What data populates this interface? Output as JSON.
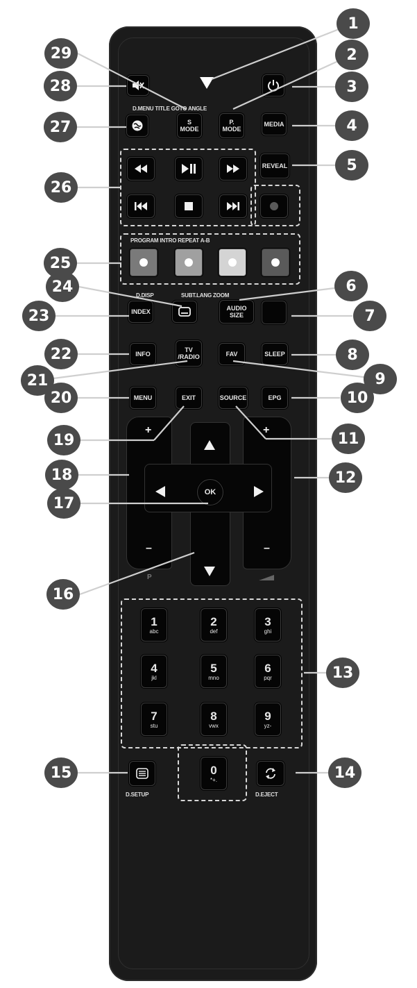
{
  "remote": {
    "top_labels": {
      "row2": "D.MENU  TITLE  GOTO  ANGLE",
      "color_row": "PROGRAM  INTRO  REPEAT  A-B",
      "row_index": "D.DISP",
      "row_audio": "SUBT.LANG  ZOOM"
    },
    "buttons": {
      "s_mode": {
        "line1": "S",
        "line2": "MODE"
      },
      "p_mode": {
        "line1": "P.",
        "line2": "MODE"
      },
      "media": "MEDIA",
      "reveal": "REVEAL",
      "index": "INDEX",
      "audio_size": "AUDIO SIZE",
      "info": "INFO",
      "tv_radio": {
        "line1": "TV",
        "line2": "/RADIO"
      },
      "fav": "FAV",
      "sleep": "SLEEP",
      "menu": "MENU",
      "exit": "EXIT",
      "source": "SOURCE",
      "epg": "EPG",
      "ok": "OK",
      "prog_plus": "+",
      "prog_minus": "–",
      "prog_label": "P",
      "vol_plus": "+",
      "vol_minus": "–",
      "d_setup": "D.SETUP",
      "d_eject": "D.EJECT"
    },
    "numpad": [
      {
        "num": "1",
        "sub": "abc"
      },
      {
        "num": "2",
        "sub": "def"
      },
      {
        "num": "3",
        "sub": "ghi"
      },
      {
        "num": "4",
        "sub": "jkl"
      },
      {
        "num": "5",
        "sub": "mno"
      },
      {
        "num": "6",
        "sub": "pqr"
      },
      {
        "num": "7",
        "sub": "stu"
      },
      {
        "num": "8",
        "sub": "vwx"
      },
      {
        "num": "9",
        "sub": "yz-"
      },
      {
        "num": "0",
        "sub": "*+."
      }
    ],
    "colors": {
      "body": "#1b1b1b",
      "button": "#050505",
      "callout": "#4a4a4a",
      "red": "#7a7a7a",
      "green": "#a0a0a0",
      "yellow": "#d4d4d4",
      "blue": "#5a5a5a"
    }
  },
  "callouts": [
    "1",
    "2",
    "3",
    "4",
    "5",
    "6",
    "7",
    "8",
    "9",
    "10",
    "11",
    "12",
    "13",
    "14",
    "15",
    "16",
    "17",
    "18",
    "19",
    "20",
    "21",
    "22",
    "23",
    "24",
    "25",
    "26",
    "27",
    "28",
    "29"
  ]
}
